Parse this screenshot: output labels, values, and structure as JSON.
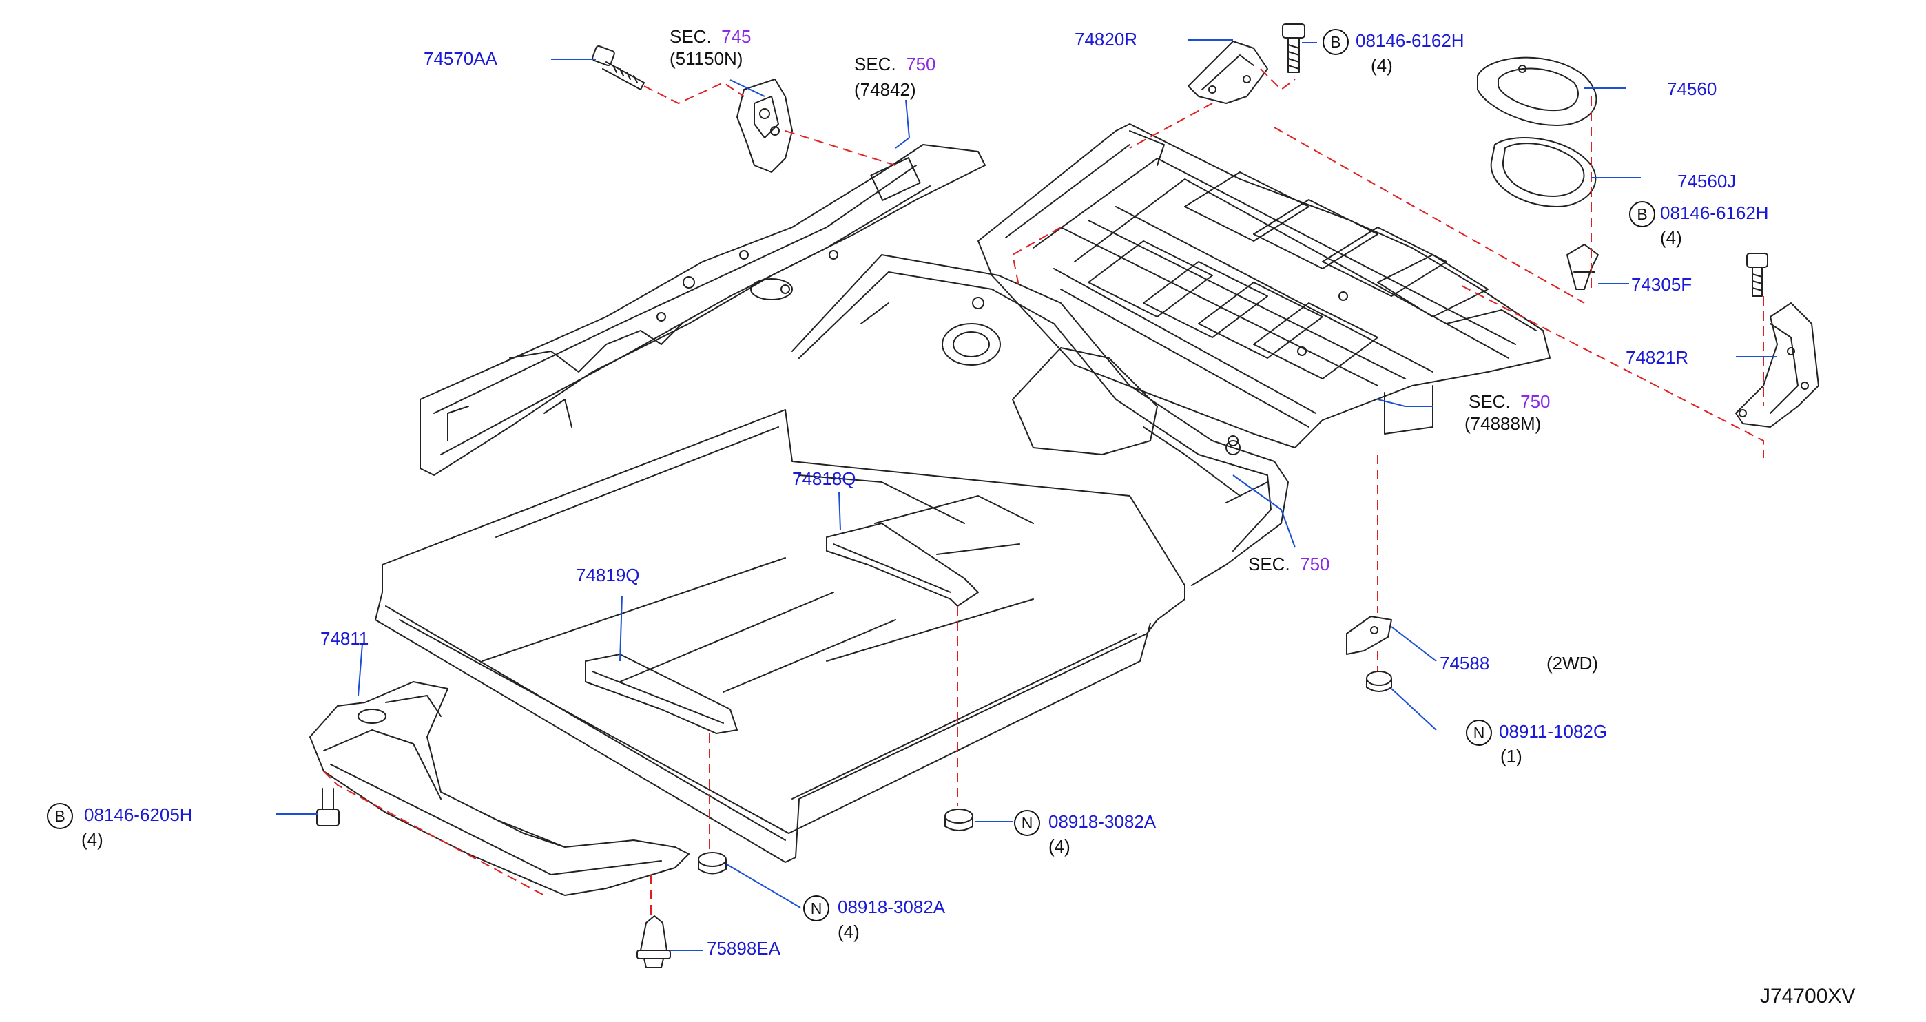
{
  "colors": {
    "part_number": "#1a1ad6",
    "section_number": "#8a2be2",
    "text": "#111111",
    "leader_dash": "#e02020",
    "outline": "#222222"
  },
  "diagram_code": "J74700XV",
  "sections": [
    {
      "prefix": "SEC.",
      "number": "745",
      "ref": "(51150N)"
    },
    {
      "prefix": "SEC.",
      "number": "750",
      "ref": "(74842)"
    },
    {
      "prefix": "SEC.",
      "number": "750",
      "ref": "(74888M)"
    },
    {
      "prefix": "SEC.",
      "number": "750",
      "ref": ""
    }
  ],
  "parts": [
    {
      "number": "74570AA"
    },
    {
      "number": "74820R"
    },
    {
      "number": "74560"
    },
    {
      "number": "74560J"
    },
    {
      "number": "74305F"
    },
    {
      "number": "74821R"
    },
    {
      "number": "74818Q"
    },
    {
      "number": "74819Q"
    },
    {
      "number": "74811"
    },
    {
      "number": "74588",
      "note": "(2WD)"
    },
    {
      "number": "75898EA"
    }
  ],
  "fasteners": [
    {
      "symbol": "B",
      "number": "08146-6162H",
      "qty": "(4)"
    },
    {
      "symbol": "B",
      "number": "08146-6162H",
      "qty": "(4)"
    },
    {
      "symbol": "B",
      "number": "08146-6205H",
      "qty": "(4)"
    },
    {
      "symbol": "N",
      "number": "08911-1082G",
      "qty": "(1)"
    },
    {
      "symbol": "N",
      "number": "08918-3082A",
      "qty": "(4)"
    },
    {
      "symbol": "N",
      "number": "08918-3082A",
      "qty": "(4)"
    }
  ]
}
